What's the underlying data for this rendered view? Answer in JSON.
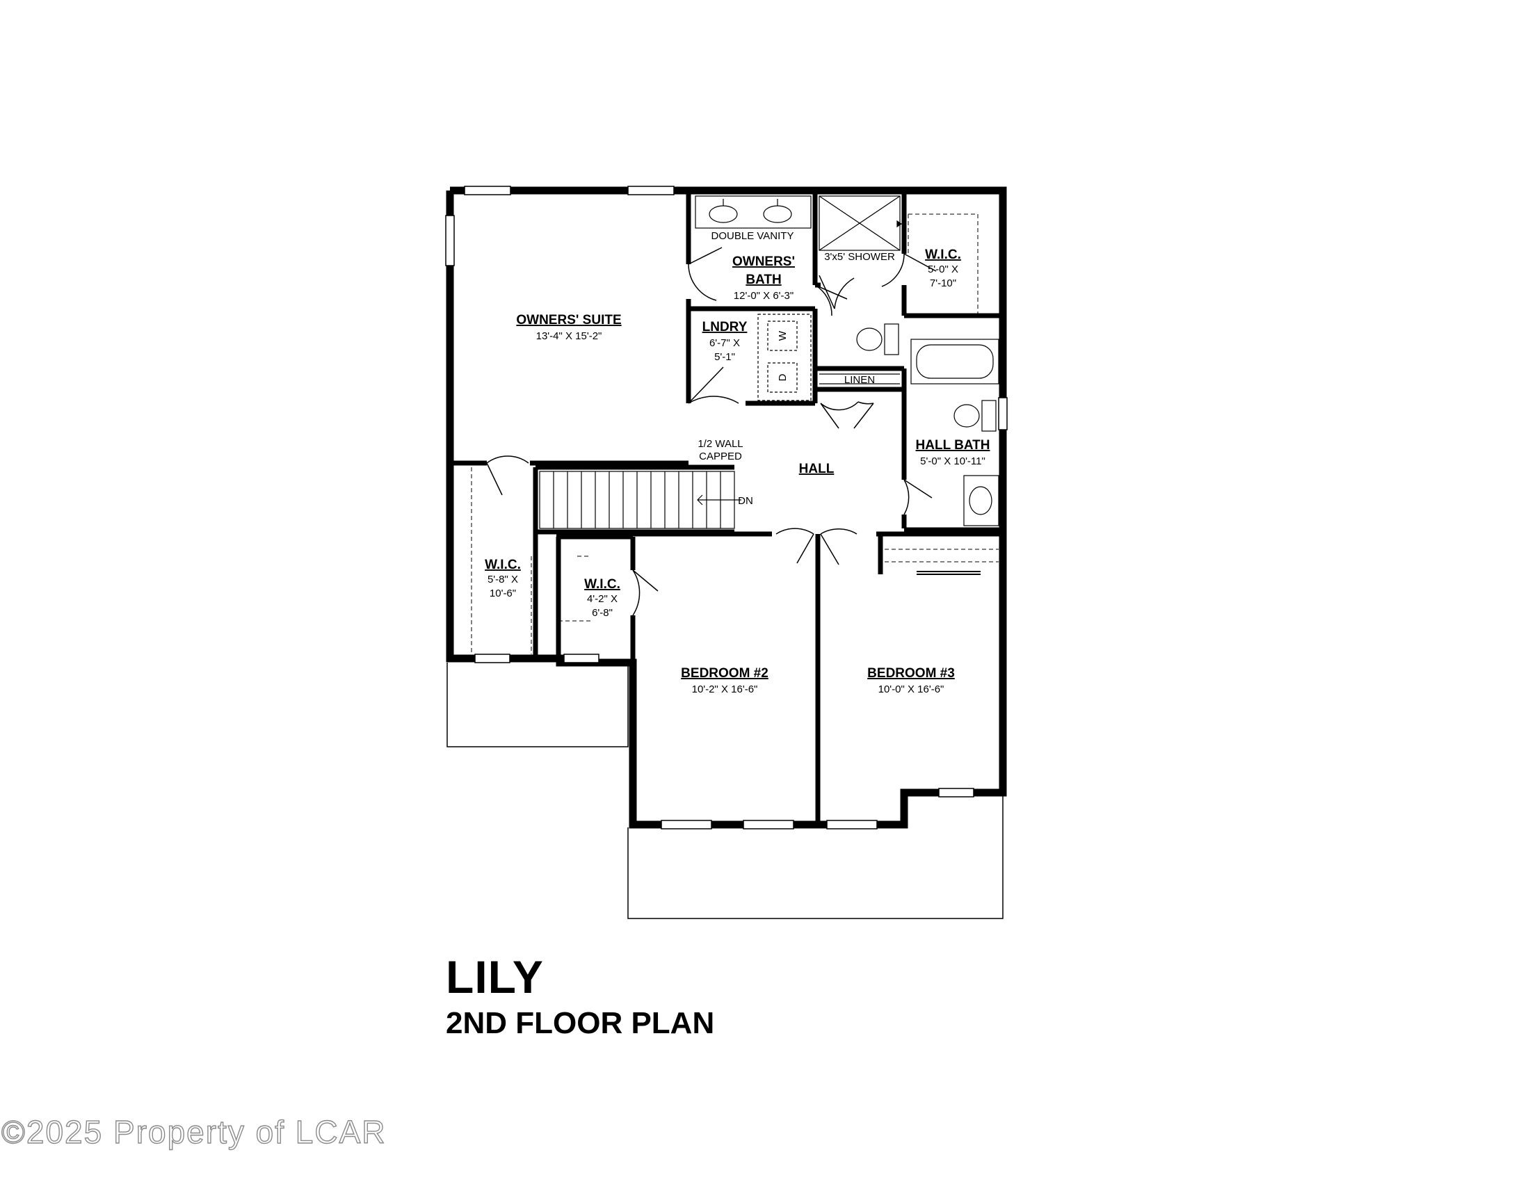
{
  "plan_name": "LILY",
  "plan_subtitle": "2ND FLOOR PLAN",
  "watermark": "©2025 Property of LCAR",
  "rooms": {
    "owners_suite": {
      "name": "OWNERS' SUITE",
      "size": "13'-4\" X 15'-2\""
    },
    "owners_bath": {
      "name_line1": "OWNERS'",
      "name_line2": "BATH",
      "size": "12'-0\" X 6'-3\""
    },
    "double_vanity": "DOUBLE VANITY",
    "shower": "3'x5' SHOWER",
    "wic_top": {
      "name": "W.I.C.",
      "size_line1": "5'-0\" X",
      "size_line2": "7'-10\""
    },
    "laundry": {
      "name": "LNDRY",
      "size_line1": "6'-7\" X",
      "size_line2": "5'-1\""
    },
    "washer": "W",
    "dryer": "D",
    "linen": "LINEN",
    "hall_bath": {
      "name": "HALL BATH",
      "size": "5'-0\" X 10'-11\""
    },
    "half_wall": {
      "line1": "1/2 WALL",
      "line2": "CAPPED"
    },
    "hall": "HALL",
    "stair_down": "DN",
    "wic_left": {
      "name": "W.I.C.",
      "size_line1": "5'-8\" X",
      "size_line2": "10'-6\""
    },
    "wic_mid": {
      "name": "W.I.C.",
      "size_line1": "4'-2\" X",
      "size_line2": "6'-8\""
    },
    "bedroom2": {
      "name": "BEDROOM #2",
      "size": "10'-2\" X 16'-6\""
    },
    "bedroom3": {
      "name": "BEDROOM #3",
      "size": "10'-0\" X 16'-6\""
    }
  },
  "colors": {
    "wall": "#000000",
    "background": "#ffffff",
    "watermark_outline": "#8a8a8a"
  }
}
